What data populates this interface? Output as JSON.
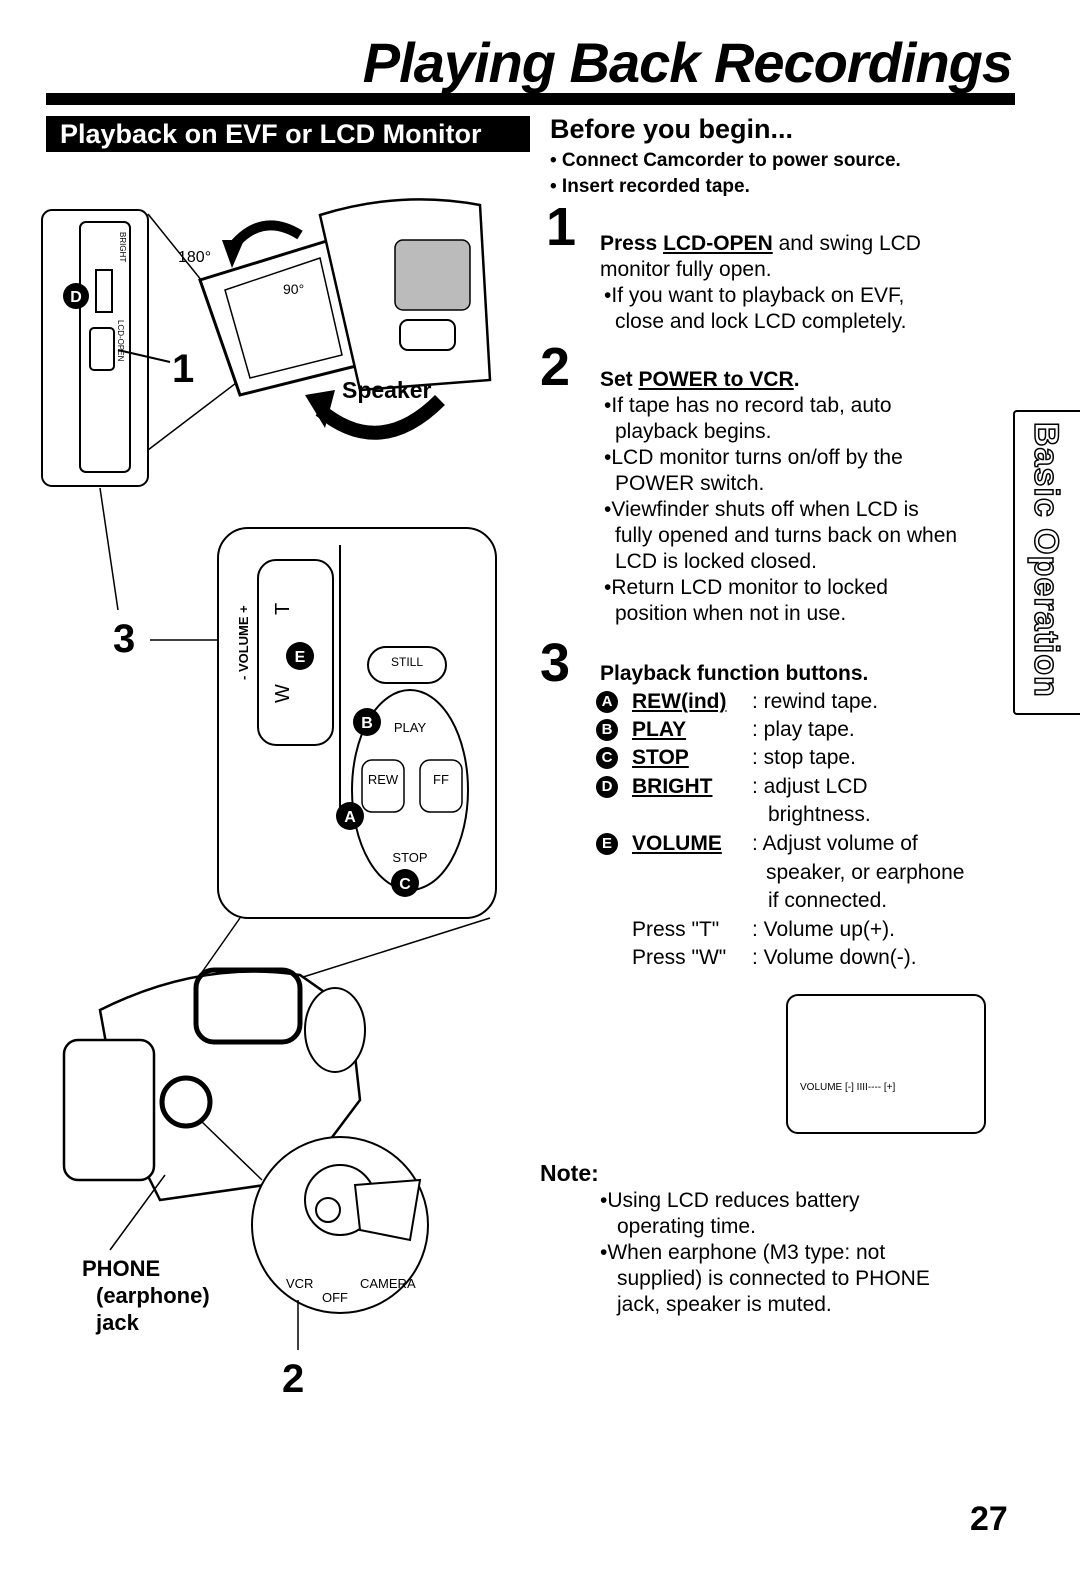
{
  "title": "Playing Back Recordings",
  "section_heading": "Playback on EVF or LCD Monitor",
  "before": {
    "heading": "Before you begin...",
    "items": [
      "• Connect Camcorder to power source.",
      "• Insert recorded tape."
    ]
  },
  "steps": [
    {
      "number": "1",
      "head_pre": "Press ",
      "head_key": "LCD-OPEN",
      "head_post": " and swing LCD",
      "head_line2": "monitor fully open.",
      "bullets": [
        [
          "If you want to playback on EVF,",
          "close and lock LCD completely."
        ]
      ]
    },
    {
      "number": "2",
      "head_pre": "Set ",
      "head_key": "POWER to VCR",
      "head_post": ".",
      "bullets": [
        [
          "If tape has no record tab, auto",
          "playback begins."
        ],
        [
          "LCD monitor turns on/off by the",
          "POWER switch."
        ],
        [
          "Viewfinder shuts off when LCD is",
          "fully opened and turns back on when",
          "LCD is locked closed."
        ],
        [
          "Return LCD monitor to locked",
          "position when not in use."
        ]
      ]
    },
    {
      "number": "3",
      "head": "Playback function buttons."
    }
  ],
  "functions": [
    {
      "badge": "A",
      "name": "REW(ind)",
      "desc": ": rewind tape.",
      "desc_more": []
    },
    {
      "badge": "B",
      "name": "PLAY",
      "desc": ": play tape.",
      "desc_more": []
    },
    {
      "badge": "C",
      "name": "STOP",
      "desc": ": stop tape.",
      "desc_more": []
    },
    {
      "badge": "D",
      "name": "BRIGHT",
      "desc": ": adjust LCD",
      "desc_more": [
        "brightness."
      ]
    },
    {
      "badge": "E",
      "name": "VOLUME",
      "desc": ": Adjust volume of",
      "desc_more": [
        "speaker, or earphone",
        "if connected."
      ]
    }
  ],
  "press": [
    {
      "key": "Press \"T\"",
      "desc": ": Volume up(+)."
    },
    {
      "key": "Press \"W\"",
      "desc": ": Volume down(-)."
    }
  ],
  "osd_text": "VOLUME [-] IIII---- [+]",
  "note": {
    "heading": "Note:",
    "items": [
      [
        "Using LCD reduces battery",
        "operating time."
      ],
      [
        "When earphone (M3 type: not",
        "supplied) is connected to PHONE",
        "jack, speaker is muted."
      ]
    ]
  },
  "side_tab": "Basic Operation",
  "figure": {
    "callout_1": "1",
    "callout_2": "2",
    "callout_3": "3",
    "angle_180": "180°",
    "angle_90": "90°",
    "speaker": "Speaker",
    "bright_label": "BRIGHT",
    "lcd_open_label": "LCD-OPEN",
    "volume_label": "- VOLUME +",
    "t_label": "T",
    "w_label": "W",
    "still_label": "STILL",
    "play_label": "PLAY",
    "rew_label": "REW",
    "ff_label": "FF",
    "stop_label": "STOP",
    "phone_label": [
      "PHONE",
      "(earphone)",
      "jack"
    ],
    "switch_vcr": "VCR",
    "switch_off": "OFF",
    "switch_camera": "CAMERA"
  },
  "page_number": "27"
}
